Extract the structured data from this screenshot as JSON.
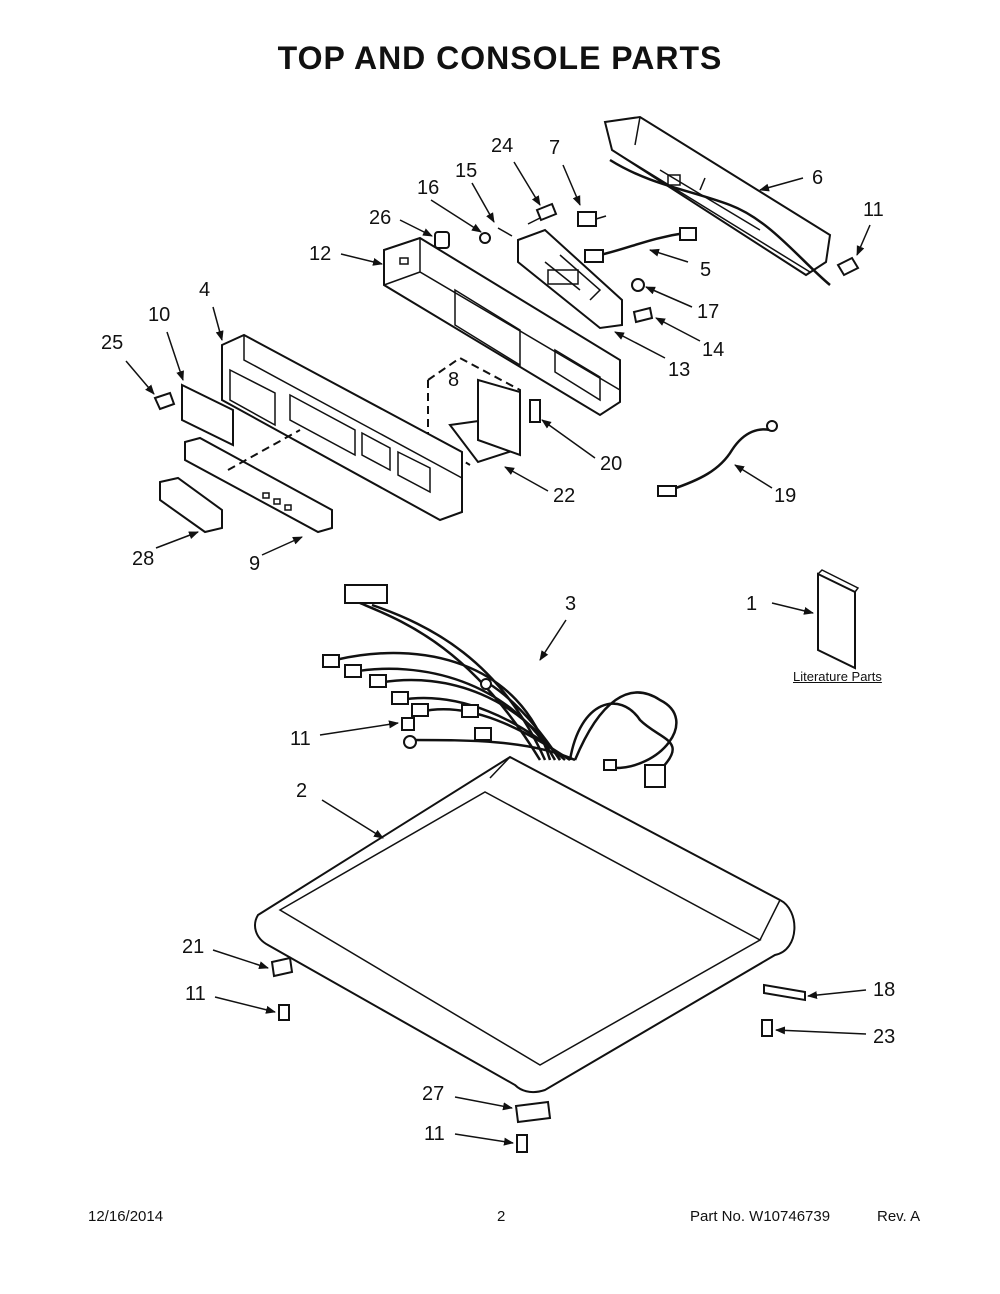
{
  "page": {
    "title": "TOP AND CONSOLE PARTS",
    "footer": {
      "date": "12/16/2014",
      "page_number": "2",
      "part_number": "Part No.  W10746739",
      "revision": "Rev.  A"
    }
  },
  "diagram": {
    "literature_label": "Literature Parts",
    "callouts": [
      "1",
      "2",
      "3",
      "4",
      "5",
      "6",
      "7",
      "8",
      "9",
      "10",
      "11",
      "11",
      "11",
      "11",
      "12",
      "13",
      "14",
      "15",
      "16",
      "17",
      "18",
      "19",
      "20",
      "21",
      "22",
      "23",
      "24",
      "25",
      "26",
      "27",
      "28"
    ]
  }
}
